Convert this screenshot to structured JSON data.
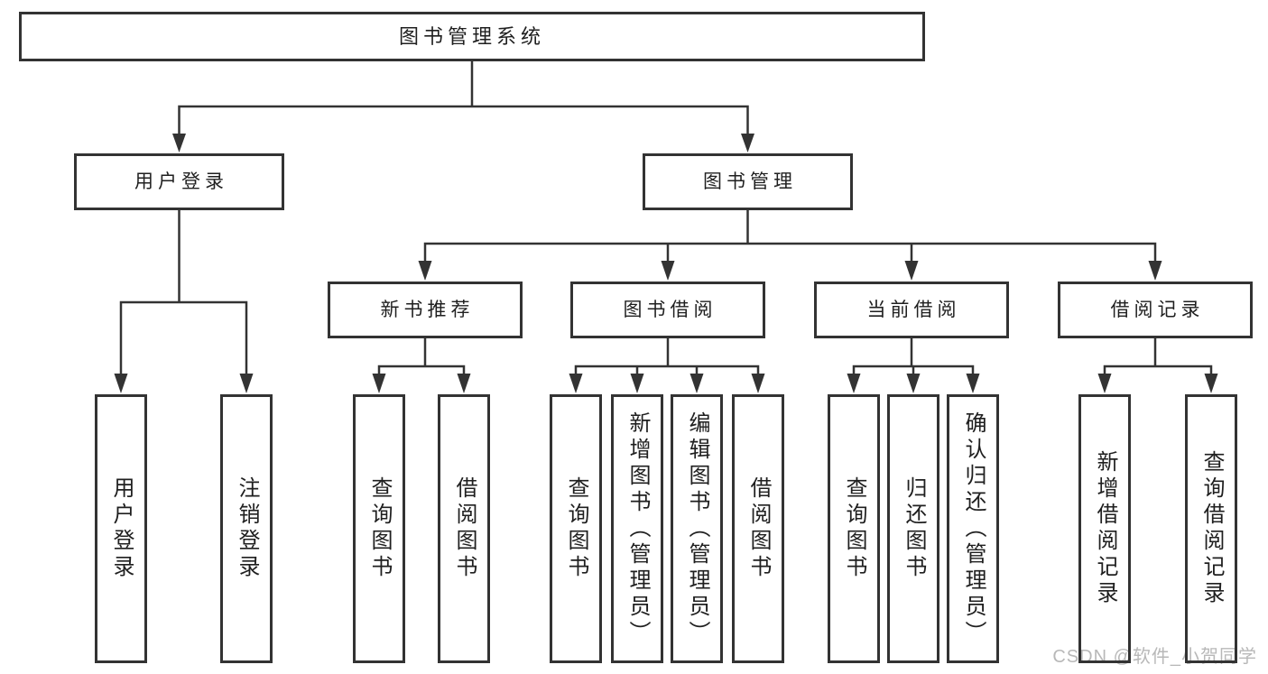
{
  "diagram": {
    "title": "图书管理系统",
    "line_color": "#333333",
    "box_background": "#ffffff",
    "text_color": "#1f1f1f"
  },
  "tree": {
    "root": {
      "label": "图书管理系统",
      "children": [
        {
          "label": "用户登录",
          "children": [
            {
              "label": "用户登录"
            },
            {
              "label": "注销登录"
            }
          ]
        },
        {
          "label": "图书管理",
          "children": [
            {
              "label": "新书推荐",
              "children": [
                {
                  "label": "查询图书"
                },
                {
                  "label": "借阅图书"
                }
              ]
            },
            {
              "label": "图书借阅",
              "children": [
                {
                  "label": "查询图书"
                },
                {
                  "label": "新增图书（管理员）"
                },
                {
                  "label": "编辑图书（管理员）"
                },
                {
                  "label": "借阅图书"
                }
              ]
            },
            {
              "label": "当前借阅",
              "children": [
                {
                  "label": "查询图书"
                },
                {
                  "label": "归还图书"
                },
                {
                  "label": "确认归还（管理员）"
                }
              ]
            },
            {
              "label": "借阅记录",
              "children": [
                {
                  "label": "新增借阅记录"
                },
                {
                  "label": "查询借阅记录"
                }
              ]
            }
          ]
        }
      ]
    }
  },
  "watermark": {
    "text": "CSDN @软件_小贺同学",
    "color": "#b8b8b8"
  }
}
